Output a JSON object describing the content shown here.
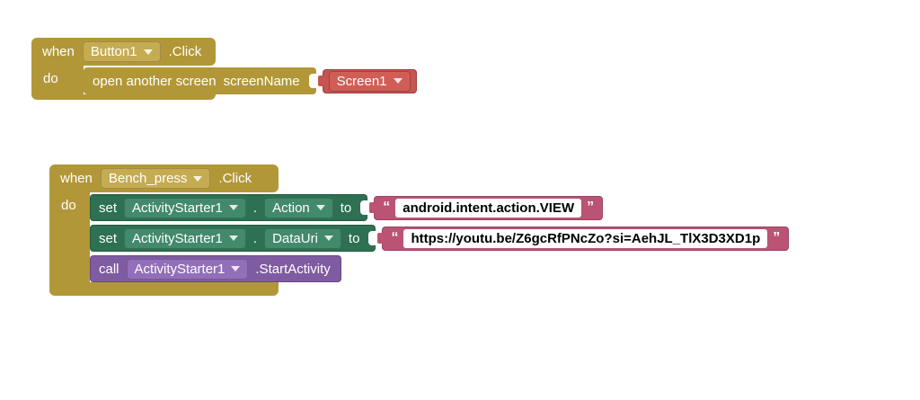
{
  "workspace": {
    "background": "#ffffff"
  },
  "colors": {
    "event_gold": "#b29738",
    "setter_green": "#2d7152",
    "call_purple": "#7f5ca1",
    "string_magenta": "#bb5474",
    "screen_red": "#c65450"
  },
  "button1_click_block": {
    "when": "when",
    "component": "Button1",
    "event": ".Click",
    "do": "do",
    "open_screen": {
      "label": "open another screen",
      "param": "screenName",
      "screen": "Screen1"
    }
  },
  "bench_press_click_block": {
    "when": "when",
    "component": "Bench_press",
    "event": ".Click",
    "do": "do",
    "set_action": {
      "set": "set",
      "component": "ActivityStarter1",
      "dot": ".",
      "property": "Action",
      "to": "to",
      "open_quote": "“",
      "value": "android.intent.action.VIEW",
      "close_quote": "”"
    },
    "set_datauri": {
      "set": "set",
      "component": "ActivityStarter1",
      "dot": ".",
      "property": "DataUri",
      "to": "to",
      "open_quote": "“",
      "value": "https://youtu.be/Z6gcRfPNcZo?si=AehJL_TlX3D3XD1p",
      "close_quote": "”"
    },
    "call_start": {
      "call": "call",
      "component": "ActivityStarter1",
      "method": ".StartActivity"
    }
  }
}
